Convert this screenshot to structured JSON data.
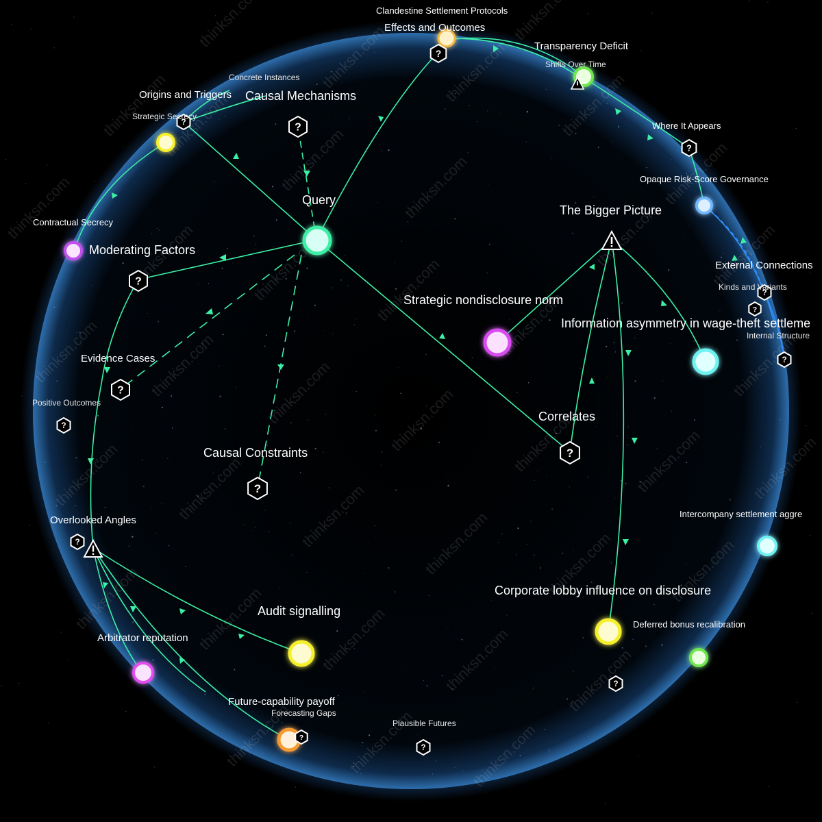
{
  "watermark": "thinksn.com",
  "colors": {
    "background": "#000000",
    "edge": "#3df0a6",
    "edge_alt": "#2f8fff",
    "sphere_rim": "#3a7fc8",
    "node_cyan": "#6ef2f2",
    "node_magenta": "#e44cf0",
    "node_yellow": "#f6f02a",
    "node_green": "#6ee84c",
    "node_orange": "#f59a2e",
    "node_blue": "#6fb8ff"
  },
  "labels": {
    "query": "Query",
    "clandestine": "Clandestine Settlement Protocols",
    "effects": "Effects and Outcomes",
    "transparency": "Transparency Deficit",
    "shifts": "Shifts Over Time",
    "concrete": "Concrete Instances",
    "origins": "Origins and Triggers",
    "causal_mech": "Causal Mechanisms",
    "strategic_secrecy": "Strategic Secrecy",
    "where_appears": "Where It Appears",
    "opaque": "Opaque Risk-Score Governance",
    "contractual": "Contractual Secrecy",
    "moderating": "Moderating Factors",
    "bigger_picture": "The Bigger Picture",
    "external": "External Connections",
    "kinds": "Kinds and Variants",
    "strategic_norm": "Strategic nondisclosure norm",
    "info_asym": "Information asymmetry in wage-theft settleme",
    "internal": "Internal Structure",
    "evidence": "Evidence Cases",
    "positive": "Positive Outcomes",
    "correlates": "Correlates",
    "causal_constraints": "Causal Constraints",
    "intercompany": "Intercompany settlement aggre",
    "overlooked": "Overlooked Angles",
    "corporate_lobby": "Corporate lobby influence on disclosure",
    "audit": "Audit signalling",
    "deferred": "Deferred bonus recalibration",
    "arbitrator": "Arbitrator reputation",
    "future_cap": "Future-capability payoff",
    "forecasting": "Forecasting Gaps",
    "plausible": "Plausible Futures"
  },
  "icons": {
    "unknown": "question-hexagon-icon",
    "warning": "warning-triangle-icon"
  }
}
